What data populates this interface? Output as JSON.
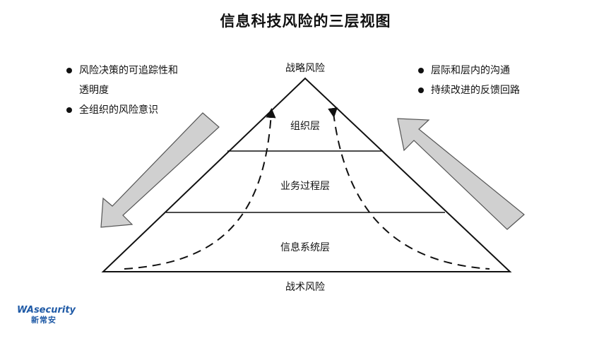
{
  "title": "信息科技风险的三层视图",
  "left_bullets": {
    "item1_line1": "风险决策的可追踪性和",
    "item1_line2": "透明度",
    "item2": "全组织的风险意识"
  },
  "right_bullets": {
    "item1": "层际和层内的沟通",
    "item2": "持续改进的反馈回路"
  },
  "pyramid": {
    "top_label": "战略风险",
    "bottom_label": "战术风险",
    "layers": [
      "组织层",
      "业务过程层",
      "信息系统层"
    ]
  },
  "logo": {
    "mark": "WA",
    "text": "security",
    "cn": "新常安"
  }
}
